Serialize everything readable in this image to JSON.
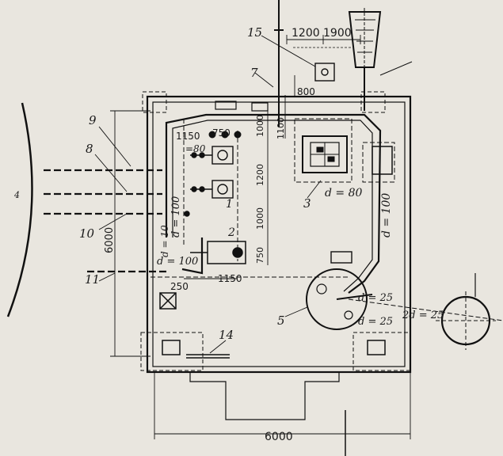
{
  "dimensions": {
    "top_left": "1200",
    "top_right": "1900",
    "stack_offset": "800",
    "d_1150_top": "1150",
    "d_750_top": "750",
    "d_1000_a": "1000",
    "d_1100": "1100",
    "d_1200_v": "1200",
    "d_1000_b": "1000",
    "d_750_v": "750",
    "d_250": "250",
    "d_1150_bottom": "1150",
    "d_6000_left": "6000",
    "d_6000_bottom": "6000"
  },
  "diameters": {
    "d80_small": "=80",
    "d100_left": "d = 100",
    "d10_left": "d = 10",
    "d100_bottom": "d = 100",
    "d80_right": "d = 80",
    "d100_right": "d = 100",
    "d25_a": "d = 25",
    "d25_b": "d = 25",
    "d25_c": "2d = 25"
  },
  "callouts": {
    "n1": "1",
    "n2": "2",
    "n3": "3",
    "n4": "4",
    "n5": "5",
    "n7": "7",
    "n8": "8",
    "n9": "9",
    "n10": "10",
    "n11": "11",
    "n14": "14",
    "n15": "15"
  }
}
